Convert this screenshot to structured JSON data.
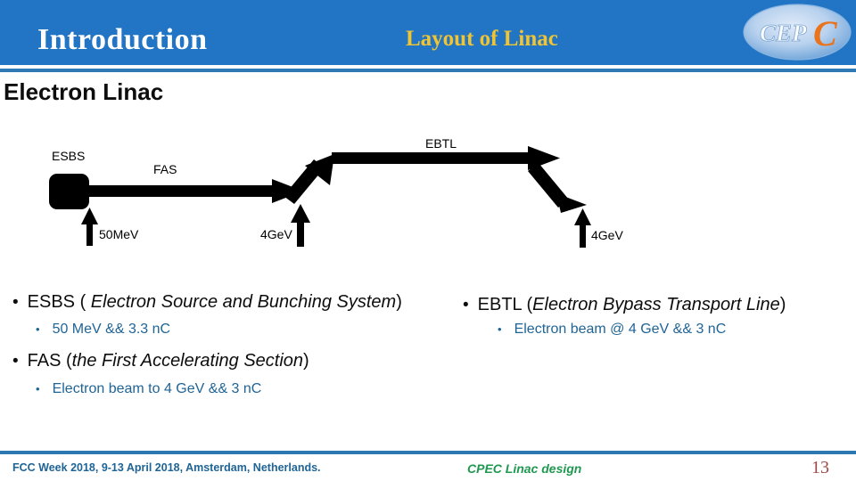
{
  "header": {
    "title": "Introduction",
    "subtitle": "Layout of Linac",
    "band_color": "#2175c4",
    "title_color": "#ffffff",
    "subtitle_color": "#f0c432",
    "logo": {
      "text_primary": "CEP",
      "text_accent": "C",
      "accent_color": "#e8741e"
    }
  },
  "section": {
    "heading": "Electron Linac"
  },
  "diagram": {
    "labels": {
      "esbs": "ESBS",
      "fas": "FAS",
      "ebtl": "EBTL",
      "energy_1": "50MeV",
      "energy_2": "4GeV",
      "energy_3": "4GeV"
    },
    "stroke_color": "#000000"
  },
  "bullets": {
    "left": [
      {
        "level": 1,
        "plain": "ESBS ( ",
        "italic": "Electron Source and Bunching System",
        "tail": ")"
      },
      {
        "level": 2,
        "text": "50 MeV && 3.3 nC"
      },
      {
        "level": 1,
        "plain": "FAS (",
        "italic": "the First Accelerating Section",
        "tail": ")"
      },
      {
        "level": 2,
        "text": "Electron beam to 4 GeV && 3 nC"
      }
    ],
    "right": [
      {
        "level": 1,
        "plain": "EBTL (",
        "italic": "Electron Bypass Transport Line",
        "tail": ")"
      },
      {
        "level": 2,
        "text": "Electron beam @ 4 GeV && 3 nC"
      }
    ],
    "marker": "•",
    "sub_color": "#1f6496"
  },
  "footer": {
    "left": "FCC Week 2018, 9-13 April 2018, Amsterdam, Netherlands.",
    "center": "CPEC Linac design",
    "page": "13",
    "rule_color": "#2b79b0",
    "center_color": "#1f9950",
    "page_color": "#9c4a48"
  }
}
